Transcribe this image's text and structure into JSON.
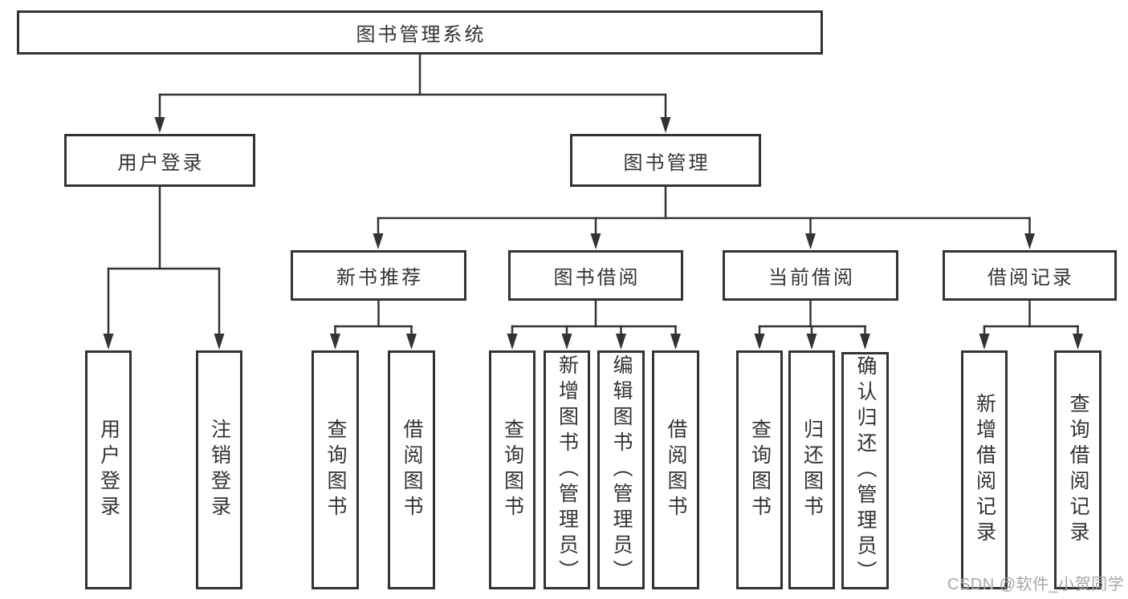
{
  "diagram": {
    "root": "图书管理系统",
    "login_branch": {
      "label": "用户登录",
      "children": [
        "用户登录",
        "注销登录"
      ]
    },
    "mgmt_branch": {
      "label": "图书管理",
      "groups": [
        {
          "label": "新书推荐",
          "children": [
            "查询图书",
            "借阅图书"
          ]
        },
        {
          "label": "图书借阅",
          "children": [
            "查询图书",
            "新增图书（管理员）",
            "编辑图书（管理员）",
            "借阅图书"
          ]
        },
        {
          "label": "当前借阅",
          "children": [
            "查询图书",
            "归还图书",
            "确认归还（管理员）"
          ]
        },
        {
          "label": "借阅记录",
          "children": [
            "新增借阅记录",
            "查询借阅记录"
          ]
        }
      ]
    }
  },
  "watermark": "CSDN @软件_小贺同学",
  "colors": {
    "line": "#333333",
    "box_border": "#333333",
    "text": "#333333",
    "watermark": "#a6a6a6",
    "background": "#ffffff"
  }
}
